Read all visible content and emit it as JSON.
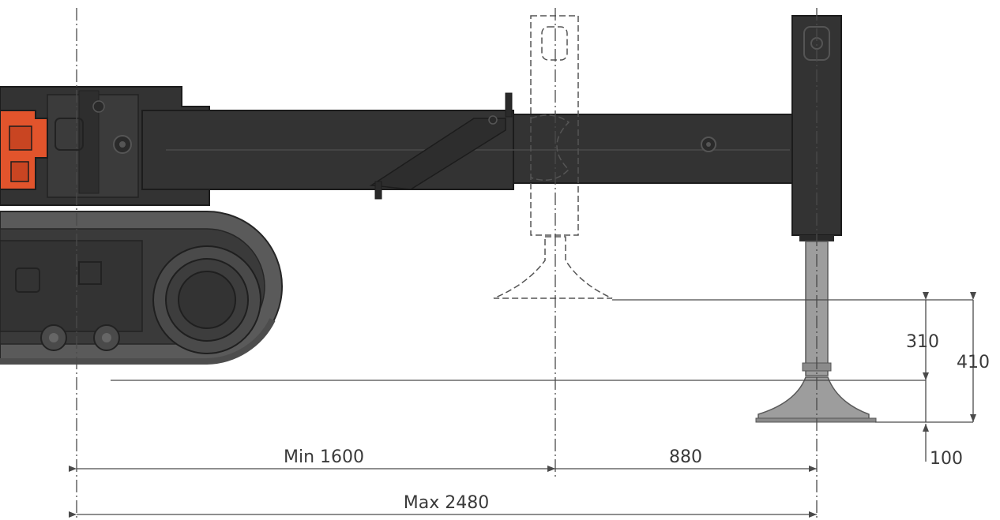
{
  "dimensions": {
    "min_reach": "Min 1600",
    "extension": "880",
    "max_reach": "Max 2480",
    "lift_310": "310",
    "lift_410": "410",
    "ground_100": "100"
  },
  "colors": {
    "body": "#333333",
    "body_edge": "#1c1c1c",
    "track": "#5a5a5a",
    "accent": "#e2542c",
    "steel": "#9d9d9d",
    "line": "#4a4a4a"
  }
}
